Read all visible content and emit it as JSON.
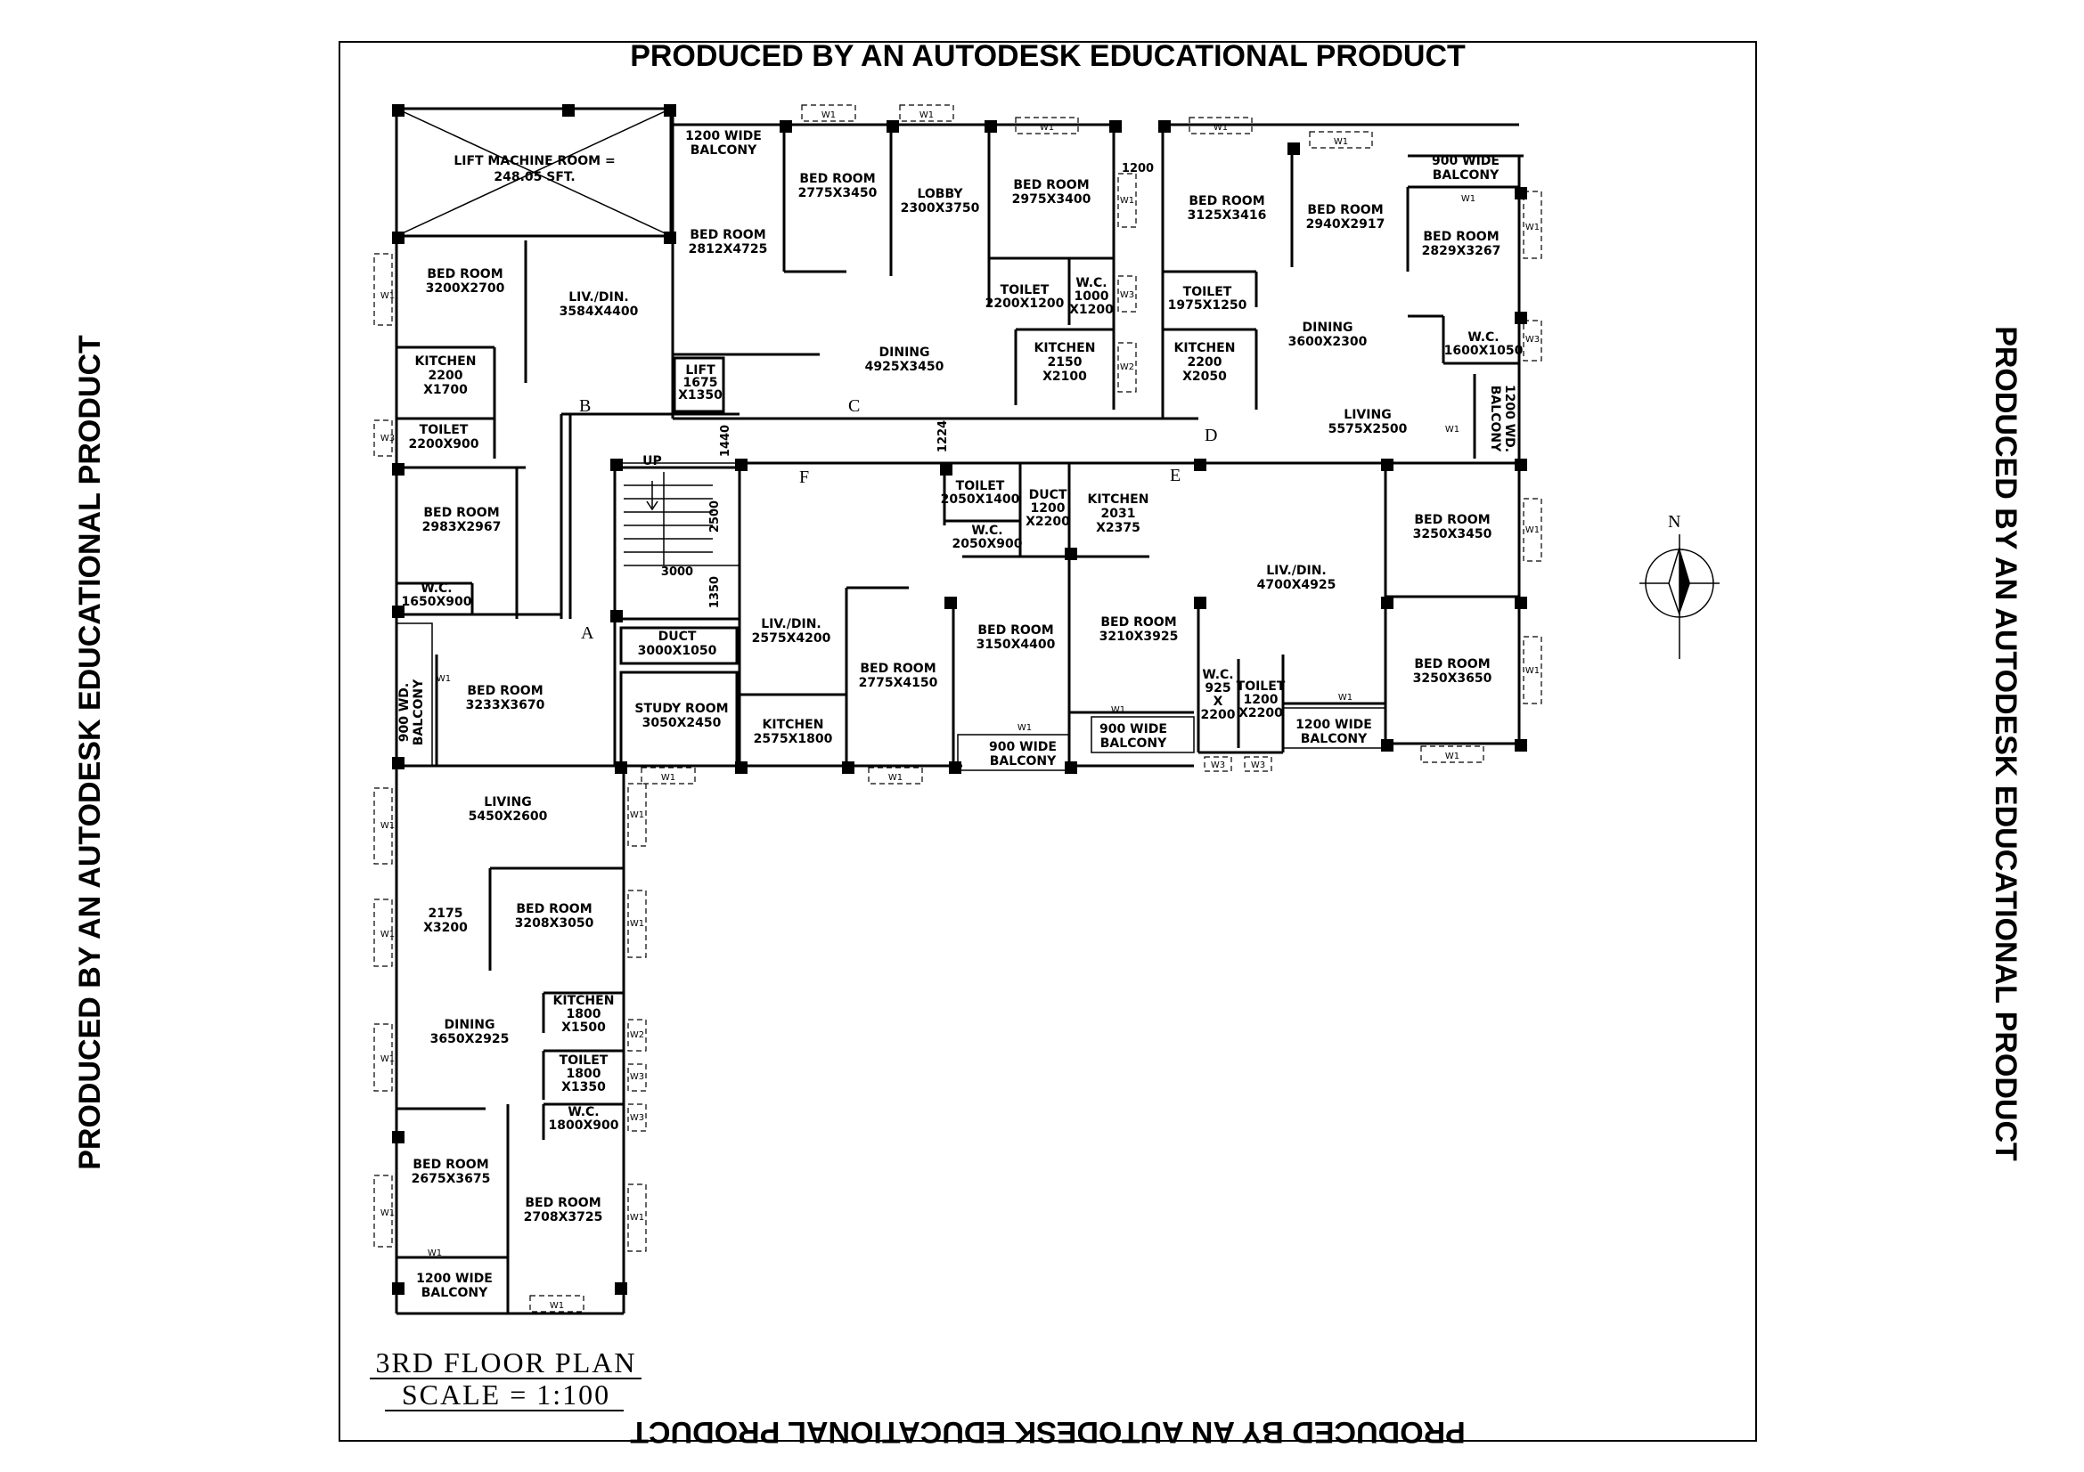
{
  "watermark": "PRODUCED BY AN AUTODESK EDUCATIONAL PRODUCT",
  "title": "3RD FLOOR PLAN",
  "scale": "SCALE = 1:100",
  "north": "N",
  "grid_letters": [
    "A",
    "B",
    "C",
    "D",
    "E",
    "F"
  ],
  "stair": {
    "up": "UP",
    "width": "3000",
    "run": "2500",
    "landing": "1350"
  },
  "dims": {
    "d1440": "1440",
    "d1224": "1224",
    "d1200": "1200"
  },
  "windows": {
    "w1": "W1",
    "w2": "W2",
    "w3": "W3"
  },
  "rooms": {
    "lift_machine": [
      "LIFT MACHINE ROOM =",
      "248.05 SFT."
    ],
    "balcony_1200_a": [
      "1200 WIDE",
      "BALCONY"
    ],
    "bed_2775x3450": [
      "BED ROOM",
      "2775X3450"
    ],
    "lobby": [
      "LOBBY",
      "2300X3750"
    ],
    "bed_2975x3400": [
      "BED ROOM",
      "2975X3400"
    ],
    "bed_3125x3416": [
      "BED ROOM",
      "3125X3416"
    ],
    "bed_2940x2917": [
      "BED ROOM",
      "2940X2917"
    ],
    "balcony_900_a": [
      "900 WIDE",
      "BALCONY"
    ],
    "bed_2829x3267": [
      "BED ROOM",
      "2829X3267"
    ],
    "bed_2812x4725": [
      "BED ROOM",
      "2812X4725"
    ],
    "bed_3200x2700": [
      "BED ROOM",
      "3200X2700"
    ],
    "liv_3584x4400": [
      "LIV./DIN.",
      "3584X4400"
    ],
    "toilet_2200x1200": [
      "TOILET",
      "2200X1200"
    ],
    "wc_1000x1200": [
      "W.C.",
      "1000",
      "X1200"
    ],
    "toilet_1975x1250": [
      "TOILET",
      "1975X1250"
    ],
    "dining_3600x2300": [
      "DINING",
      "3600X2300"
    ],
    "wc_1600x1050": [
      "W.C.",
      "1600X1050"
    ],
    "kitchen_2200x1700": [
      "KITCHEN",
      "2200",
      "X1700"
    ],
    "lift": [
      "LIFT",
      "1675",
      "X1350"
    ],
    "dining_4925x3450": [
      "DINING",
      "4925X3450"
    ],
    "kitchen_2150x2100": [
      "KITCHEN",
      "2150",
      "X2100"
    ],
    "kitchen_2200x2050": [
      "KITCHEN",
      "2200",
      "X2050"
    ],
    "balcony_1200_wd": [
      "1200 WD.",
      "BALCONY"
    ],
    "living_5575x2500": [
      "LIVING",
      "5575X2500"
    ],
    "toilet_2200x900": [
      "TOILET",
      "2200X900"
    ],
    "toilet_2050x1400": [
      "TOILET",
      "2050X1400"
    ],
    "duct_1200x2200": [
      "DUCT",
      "1200",
      "X2200"
    ],
    "kitchen_2031x2375": [
      "KITCHEN",
      "2031",
      "X2375"
    ],
    "bed_3250x3450": [
      "BED ROOM",
      "3250X3450"
    ],
    "bed_2983x2967": [
      "BED ROOM",
      "2983X2967"
    ],
    "wc_2050x900": [
      "W.C.",
      "2050X900"
    ],
    "liv_4700x4925": [
      "LIV./DIN.",
      "4700X4925"
    ],
    "wc_1650x900": [
      "W.C.",
      "1650X900"
    ],
    "liv_2575x4200": [
      "LIV./DIN.",
      "2575X4200"
    ],
    "bed_3150x4400": [
      "BED ROOM",
      "3150X4400"
    ],
    "bed_3210x3925": [
      "BED ROOM",
      "3210X3925"
    ],
    "duct_3000x1050": [
      "DUCT",
      "3000X1050"
    ],
    "bed_2775x4150": [
      "BED ROOM",
      "2775X4150"
    ],
    "bed_3250x3650": [
      "BED ROOM",
      "3250X3650"
    ],
    "balcony_900_wd": [
      "900 WD.",
      "BALCONY"
    ],
    "bed_3233x3670": [
      "BED ROOM",
      "3233X3670"
    ],
    "study_3050x2450": [
      "STUDY ROOM",
      "3050X2450"
    ],
    "wc_925x2200": [
      "W.C.",
      "925",
      "X",
      "2200"
    ],
    "toilet_1200x2200": [
      "TOILET",
      "1200",
      "X2200"
    ],
    "kitchen_2575x1800": [
      "KITCHEN",
      "2575X1800"
    ],
    "balcony_900_b": [
      "900 WIDE",
      "BALCONY"
    ],
    "balcony_900_c": [
      "900 WIDE",
      "BALCONY"
    ],
    "balcony_1200_b": [
      "1200 WIDE",
      "BALCONY"
    ],
    "living_5450x2600": [
      "LIVING",
      "5450X2600"
    ],
    "room_2175x3200": [
      "2175",
      "X3200"
    ],
    "bed_3208x3050": [
      "BED ROOM",
      "3208X3050"
    ],
    "kitchen_1800x1500": [
      "KITCHEN",
      "1800",
      "X1500"
    ],
    "dining_3650x2925": [
      "DINING",
      "3650X2925"
    ],
    "toilet_1800x1350": [
      "TOILET",
      "1800",
      "X1350"
    ],
    "wc_1800x900": [
      "W.C.",
      "1800X900"
    ],
    "bed_2675x3675": [
      "BED ROOM",
      "2675X3675"
    ],
    "bed_2708x3725": [
      "BED ROOM",
      "2708X3725"
    ],
    "balcony_1200_c": [
      "1200 WIDE",
      "BALCONY"
    ]
  }
}
